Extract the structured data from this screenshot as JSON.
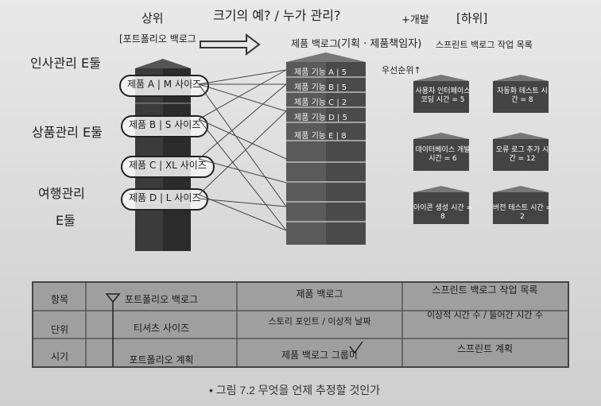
{
  "header": {
    "top_left": "상위",
    "question": "크기의 예? / 누가 관리?",
    "dev": "+개발",
    "bottom_bracket": "[하위]"
  },
  "columns": {
    "portfolio_title": "[포트폴리오 백로그",
    "product_title": "제품 백로그",
    "owner": "(기획 · 제품책임자)",
    "sprint_title": "스프린트 백로그 작업 목록"
  },
  "annotations": {
    "left1": "인사관리 E둘",
    "left2": "상품관리 E둘",
    "left3": "여행관리",
    "left3b": "E둘",
    "priority": "우선순위↑"
  },
  "portfolio_items": [
    "제품 A | M 사이즈",
    "제품 B | S 사이즈",
    "제품 C | XL 사이즈",
    "제품 D | L 사이즈"
  ],
  "product_items": [
    "제품 기능 A | 5",
    "제품 기능 B | 5",
    "제품 기능 C | 2",
    "제품 기능 D | 5",
    "제품 기능 E | 8"
  ],
  "sprint_tasks": [
    "사용자 인터페이스 코딩 시간 = 5",
    "자동화 테스트 시간 = 8",
    "데이터베이스 개발 시간 = 6",
    "오류 로그 추가 시간 = 12",
    "아이콘 생성 시간 = 8",
    "버전 테스트 시간 = 2"
  ],
  "table": {
    "headers": [
      "항목",
      "포트폴리오 백로그",
      "제품 백로그",
      "스프린트 백로그 작업 목록"
    ],
    "rows": [
      [
        "단위",
        "티셔츠 사이즈",
        "스토리 포인트 / 이상적 날짜",
        "이상적 시간 수 / 들어간 시간 수"
      ],
      [
        "시기",
        "포트폴리오 계획",
        "제품 백로그 그룹미",
        "스프린트 계획"
      ]
    ]
  },
  "caption": "• 그림 7.2 무엇을 언제 추정할 것인가"
}
